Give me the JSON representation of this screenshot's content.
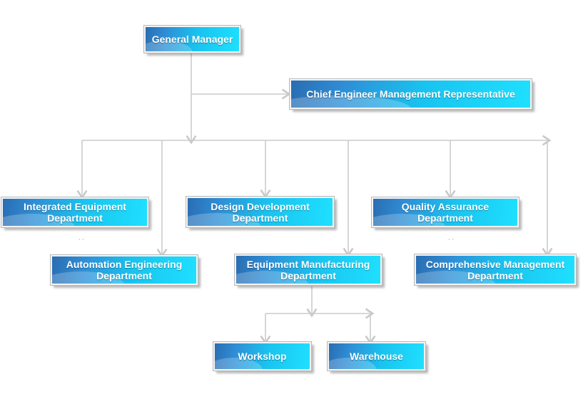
{
  "nodes": {
    "general_manager": "General Manager",
    "chief_engineer": "Chief Engineer Management Representative",
    "integrated_equipment": "Integrated Equipment Department",
    "automation_engineering": "Automation Engineering Department",
    "design_development": "Design Development Department",
    "equipment_manufacturing": "Equipment Manufacturing Department",
    "quality_assurance": "Quality Assurance Department",
    "comprehensive_management": "Comprehensive Management Department",
    "workshop": "Workshop",
    "warehouse": "Warehouse"
  },
  "colors": {
    "box_dark": "#2a6db2",
    "box_light": "#1fe0ff",
    "connector": "#cfcfcf",
    "text": "#ffffff"
  }
}
